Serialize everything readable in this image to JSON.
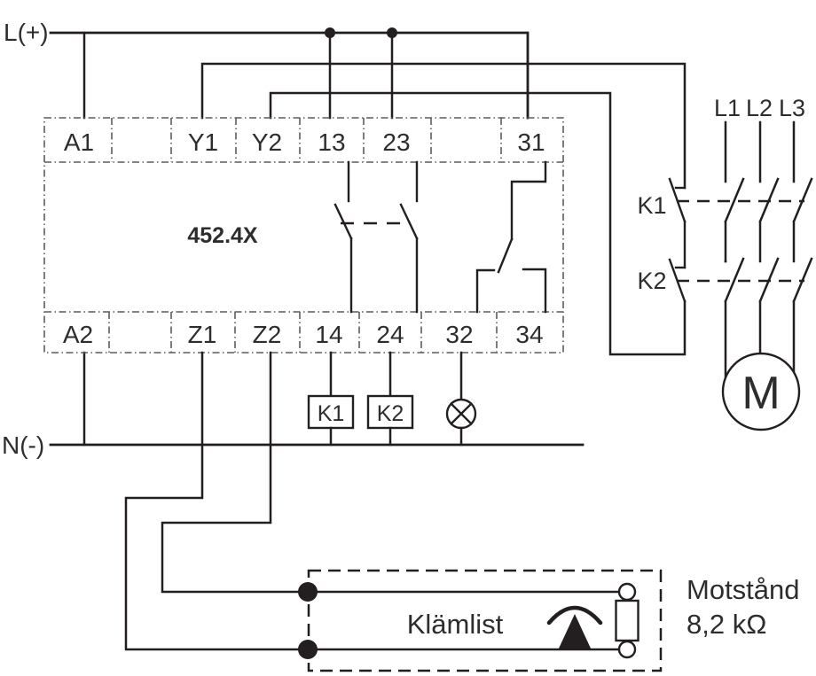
{
  "diagram": {
    "rails": {
      "positive_label": "L(+)",
      "negative_label": "N(-)"
    },
    "relay": {
      "model": "452.4X",
      "terminals": {
        "a1": "A1",
        "y1": "Y1",
        "y2": "Y2",
        "t13": "13",
        "t23": "23",
        "t31": "31",
        "a2": "A2",
        "z1": "Z1",
        "z2": "Z2",
        "t14": "14",
        "t24": "24",
        "t32": "32",
        "t34": "34"
      }
    },
    "contactors": {
      "k1_label": "K1",
      "k2_label": "K2",
      "k1_coil_label": "K1",
      "k2_coil_label": "K2"
    },
    "phases": {
      "l1": "L1",
      "l2": "L2",
      "l3": "L3"
    },
    "motor_label": "M",
    "terminal_strip": {
      "label": "Klämlist",
      "resistor_name": "Motstånd",
      "resistor_value": "8,2 kΩ"
    },
    "icons": {
      "lamp": "indicator-lamp-icon",
      "safety_edge": "safety-edge-icon",
      "resistor": "resistor-symbol",
      "motor": "motor-symbol"
    },
    "colors": {
      "wire": "#231f20",
      "dashed_enclosure": "#5c5c5c",
      "background": "#ffffff",
      "text": "#2e2d2c"
    }
  }
}
